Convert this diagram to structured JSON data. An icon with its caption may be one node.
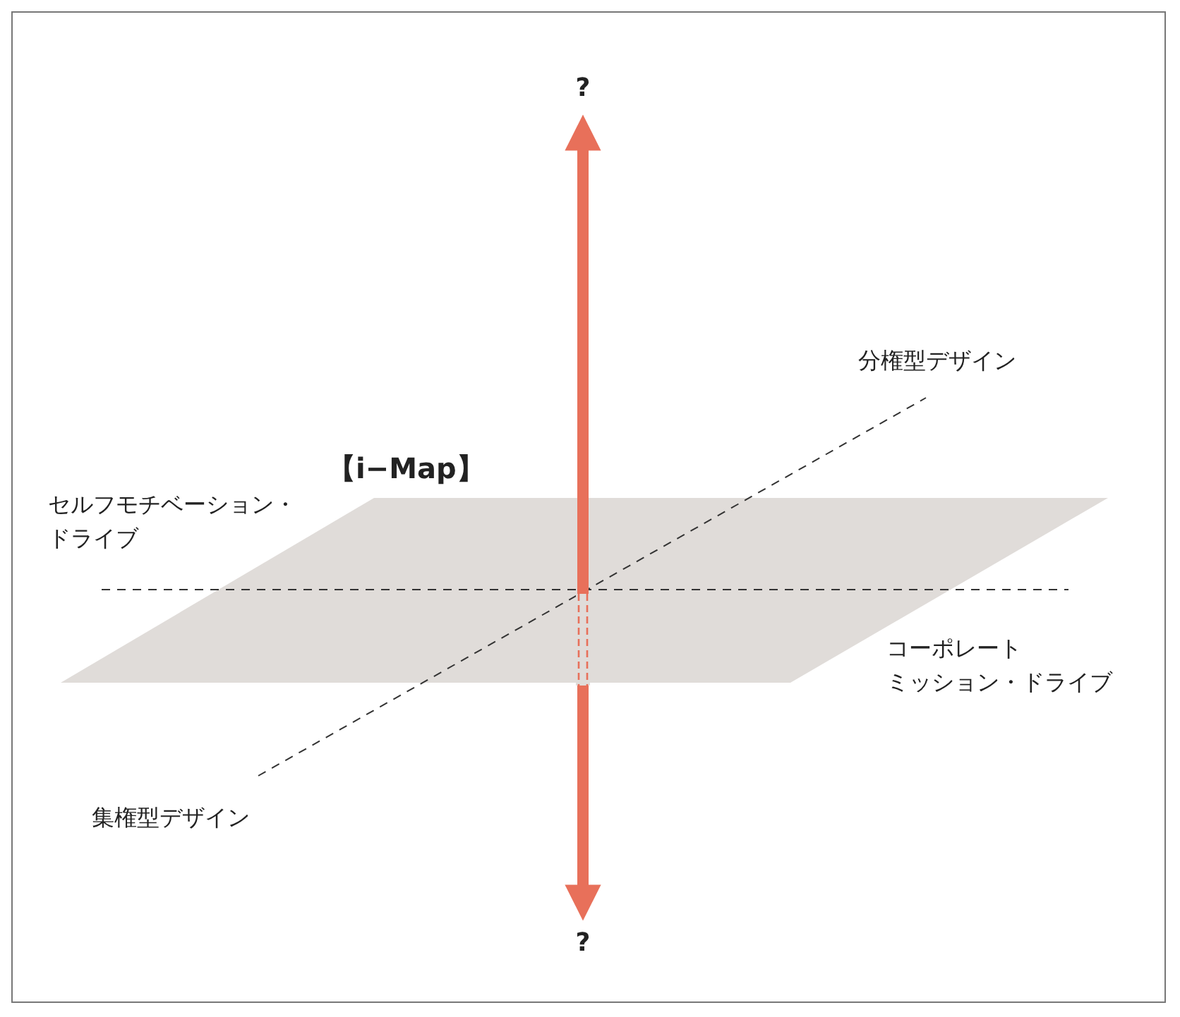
{
  "diagram": {
    "nodes": [
      {
        "text": [
          "?"
        ]
      },
      {
        "text": [
          "?"
        ]
      }
    ],
    "edges": [
      {
        "from": 0,
        "to": 1,
        "arrow": "both",
        "color": "#e8705a"
      }
    ],
    "labels": [
      "分権型デザイン",
      "【i−Map】",
      "セルフモチベーション・ドライブ",
      "コーポレートミッション・ドライブ",
      "集権型デザイン"
    ]
  }
}
